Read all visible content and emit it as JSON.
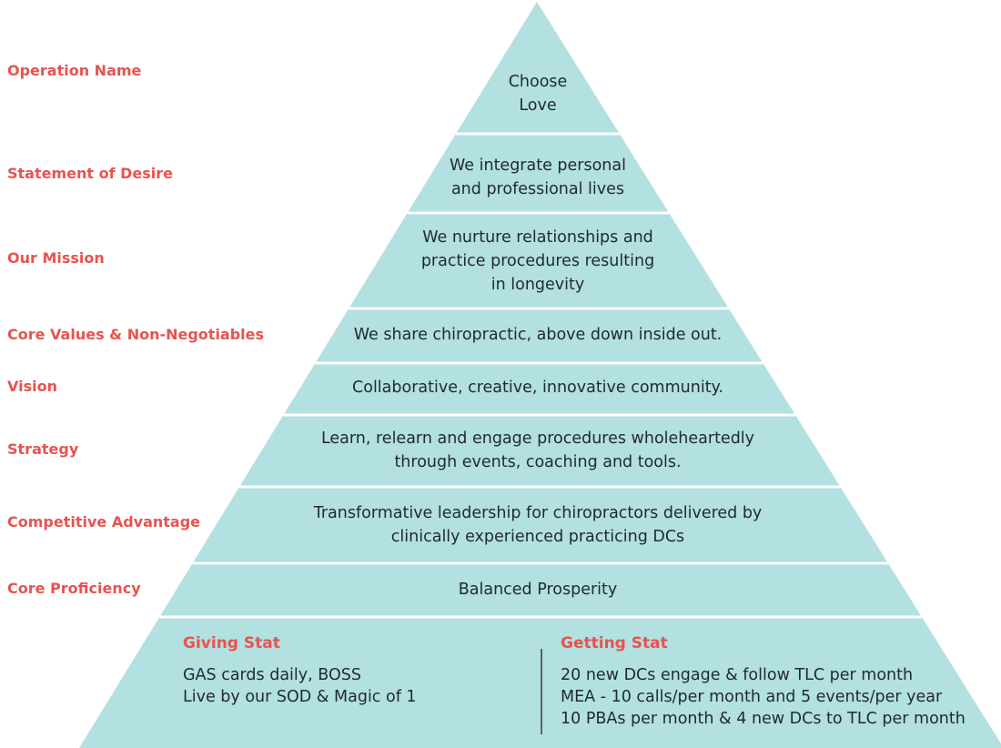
{
  "colors": {
    "fill": "#b3e0e0",
    "separator": "#ffffff",
    "label": "#e8534f",
    "text": "#1f2a2e"
  },
  "labels": [
    "Operation Name",
    "Statement of Desire",
    "Our Mission",
    "Core Values & Non-Negotiables",
    "Vision",
    "Strategy",
    "Competitive Advantage",
    "Core Proficiency"
  ],
  "tiers": [
    {
      "lines": [
        "Choose",
        "Love"
      ]
    },
    {
      "lines": [
        "We integrate personal",
        "and professional lives"
      ]
    },
    {
      "lines": [
        "We nurture relationships and",
        "practice procedures resulting",
        "in longevity"
      ]
    },
    {
      "lines": [
        "We share chiropractic, above down inside out."
      ]
    },
    {
      "lines": [
        "Collaborative, creative, innovative community."
      ]
    },
    {
      "lines": [
        "Learn, relearn and engage procedures wholeheartedly",
        "through events, coaching and tools."
      ]
    },
    {
      "lines": [
        "Transformative leadership for chiropractors delivered by",
        "clinically experienced practicing DCs"
      ]
    },
    {
      "lines": [
        "Balanced Prosperity"
      ]
    }
  ],
  "giving": {
    "title": "Giving Stat",
    "lines": [
      "GAS cards daily, BOSS",
      "Live by our SOD & Magic of 1"
    ]
  },
  "getting": {
    "title": "Getting Stat",
    "lines": [
      "20 new DCs engage & follow TLC per month",
      "MEA - 10 calls/per month and 5 events/per year",
      "10 PBAs per month & 4 new DCs to TLC per month"
    ]
  }
}
